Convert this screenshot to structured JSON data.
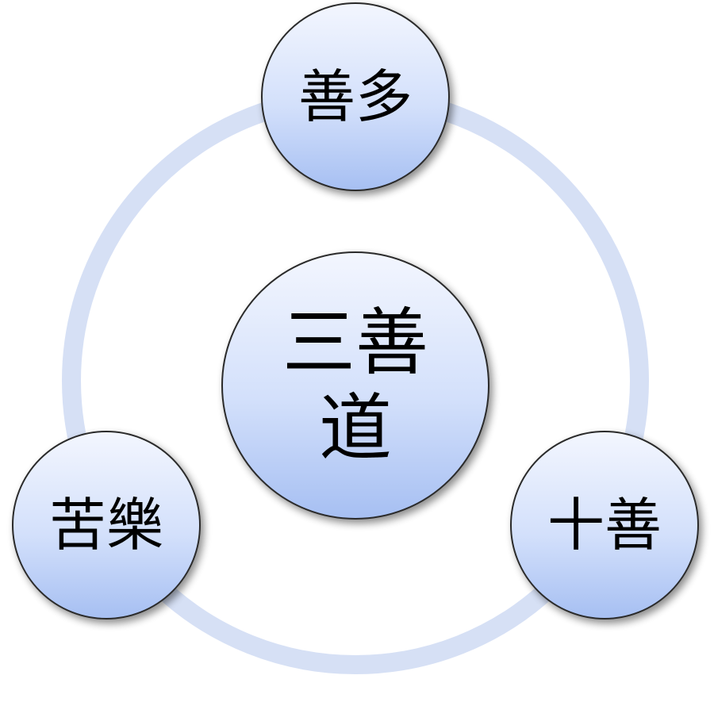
{
  "diagram": {
    "center": {
      "line1": "三善",
      "line2": "道"
    },
    "nodes": {
      "top": "善多",
      "bottom_left": "苦樂",
      "bottom_right": "十善"
    }
  },
  "colors": {
    "ring": "#d6e0f5",
    "node_fill_top": "#f2f6fe",
    "node_fill_bottom": "#a9c1f2",
    "node_stroke": "#2b2b2b",
    "text": "#000000"
  }
}
